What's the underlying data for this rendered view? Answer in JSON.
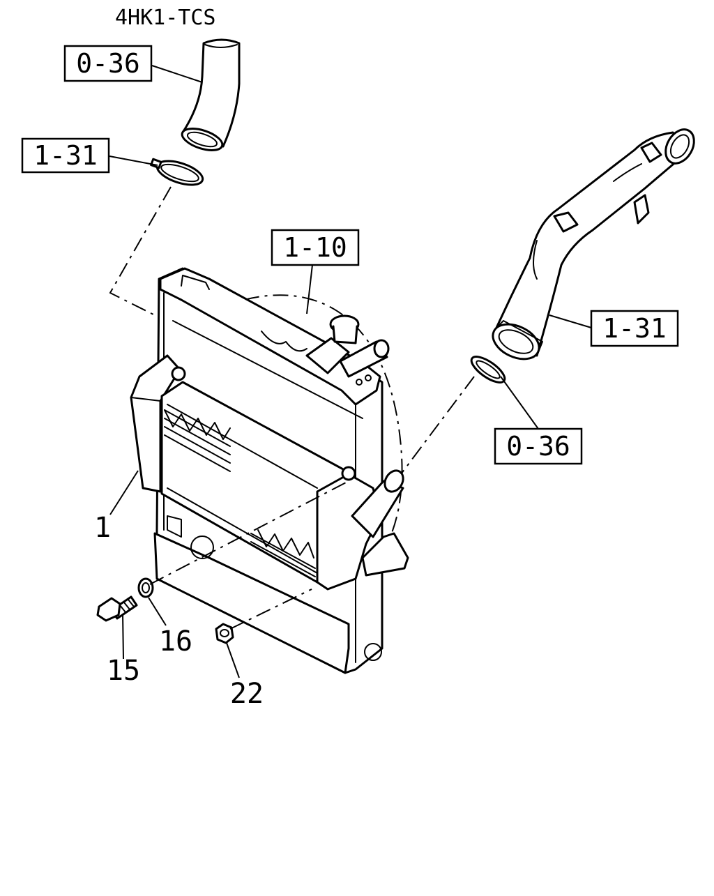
{
  "title": "4HK1-TCS",
  "callouts": {
    "upper_hose_ref": "0-36",
    "upper_clamp_ref": "1-31",
    "radiator_ref": "1-10",
    "right_duct_ref": "1-31",
    "right_clamp_ref": "0-36"
  },
  "parts": {
    "intercooler": "1",
    "bolt": "15",
    "washer": "16",
    "nut": "22"
  }
}
